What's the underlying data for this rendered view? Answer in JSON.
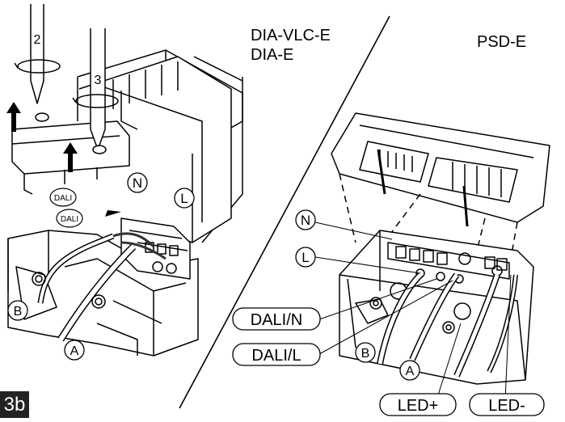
{
  "figure": {
    "step": "3b",
    "left_panel": {
      "header": [
        "DIA-VLC-E",
        "DIA-E"
      ],
      "screwdrivers": [
        "2",
        "3"
      ],
      "dali_tags": [
        "DALI",
        "DALI"
      ],
      "terminals": [
        "N",
        "L"
      ],
      "cables": [
        "B",
        "A"
      ]
    },
    "right_panel": {
      "header": "PSD-E",
      "terminals": [
        "N",
        "L"
      ],
      "wires": [
        "DALI/N",
        "DALI/L"
      ],
      "cables": [
        "B",
        "A"
      ],
      "outputs": [
        "LED+",
        "LED-"
      ]
    }
  }
}
